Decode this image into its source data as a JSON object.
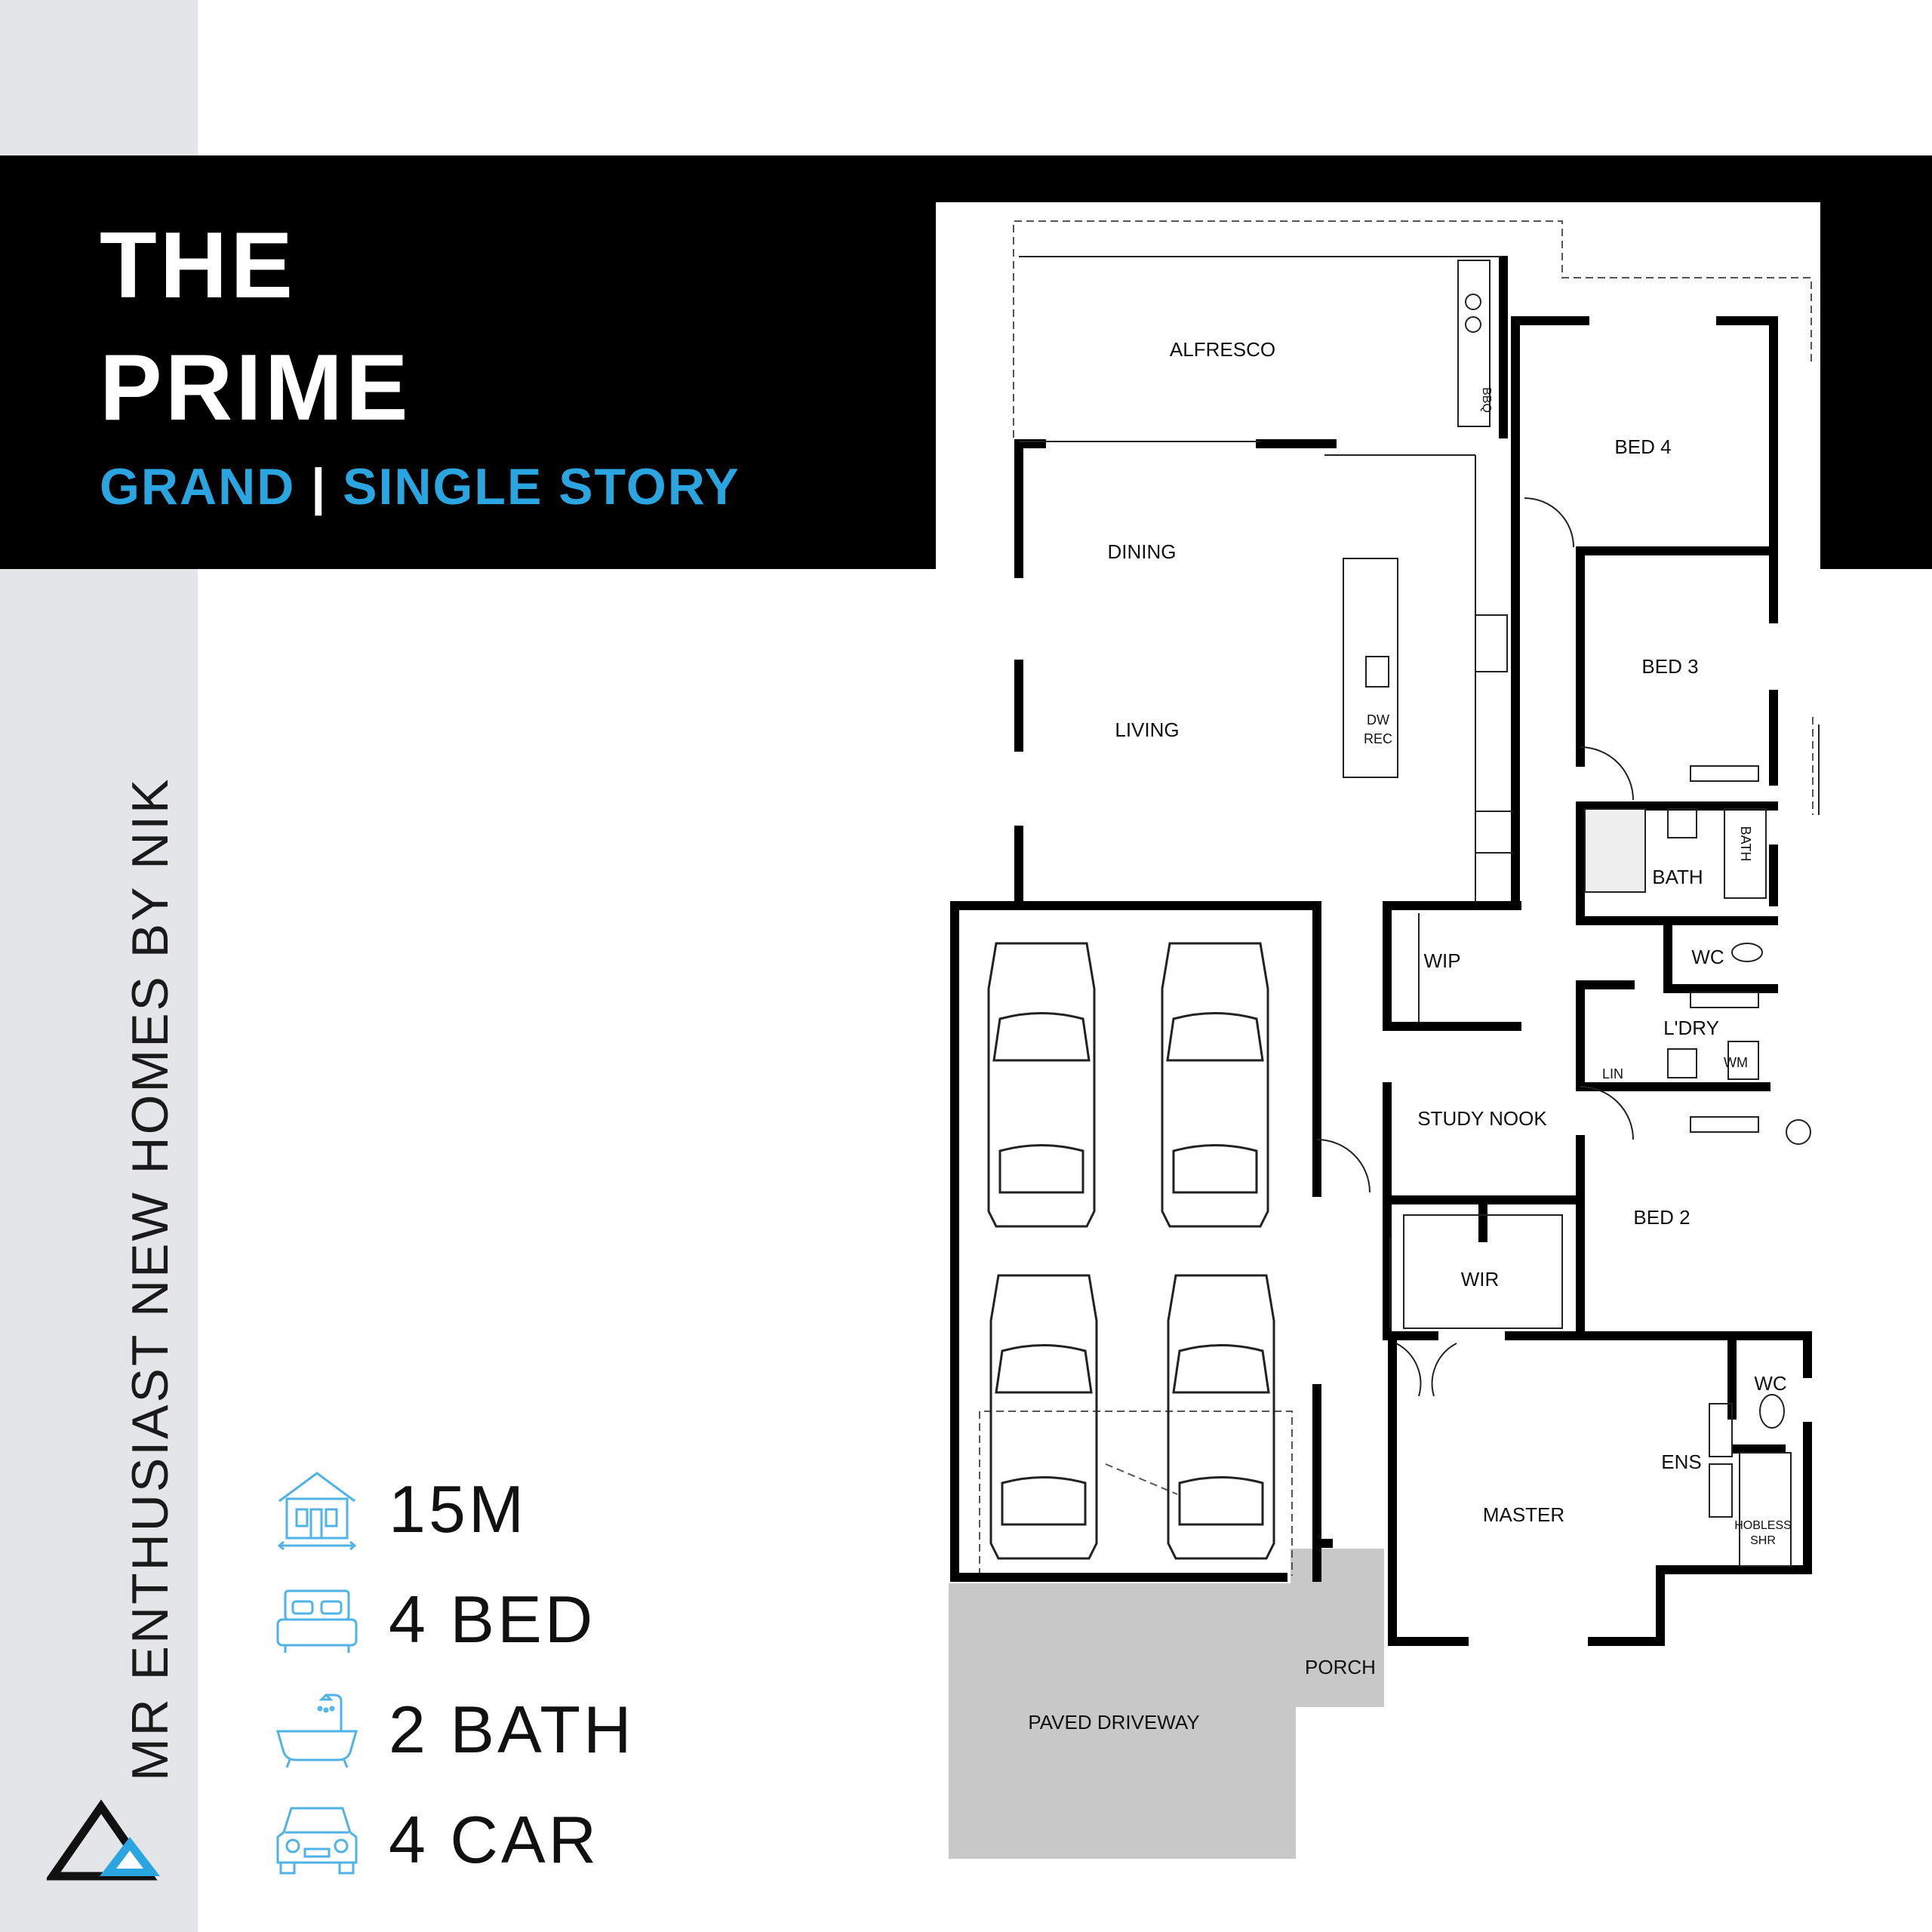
{
  "brand": {
    "vertical_text": "MR ENTHUSIAST NEW HOMES BY NIK",
    "logo_icon": "mountain-logo-icon",
    "accent_color": "#2aa5e0"
  },
  "header": {
    "title_line1": "THE",
    "title_line2": "PRIME",
    "subtitle_left": "GRAND",
    "subtitle_sep": "|",
    "subtitle_right": "SINGLE STORY"
  },
  "stats": [
    {
      "icon": "house-width-icon",
      "label": "15M"
    },
    {
      "icon": "bed-icon",
      "label": "4 BED"
    },
    {
      "icon": "bathtub-icon",
      "label": "2 BATH"
    },
    {
      "icon": "car-icon",
      "label": "4 CAR"
    }
  ],
  "rooms": {
    "alfresco": "ALFRESCO",
    "bbq": "BBQ",
    "dining": "DINING",
    "living": "LIVING",
    "dw": "DW",
    "rec": "REC",
    "bed4": "BED 4",
    "bed3": "BED 3",
    "bath": "BATH",
    "bath_tub": "BATH",
    "wc1": "WC",
    "wip": "WIP",
    "laundry": "L'DRY",
    "lin": "LIN",
    "wm": "WM",
    "study": "STUDY NOOK",
    "bed2": "BED 2",
    "wir": "WIR",
    "wc2": "WC",
    "ens": "ENS",
    "hobless": "HOBLESS",
    "shr": "SHR",
    "master": "MASTER",
    "porch": "PORCH",
    "driveway": "PAVED DRIVEWAY"
  }
}
